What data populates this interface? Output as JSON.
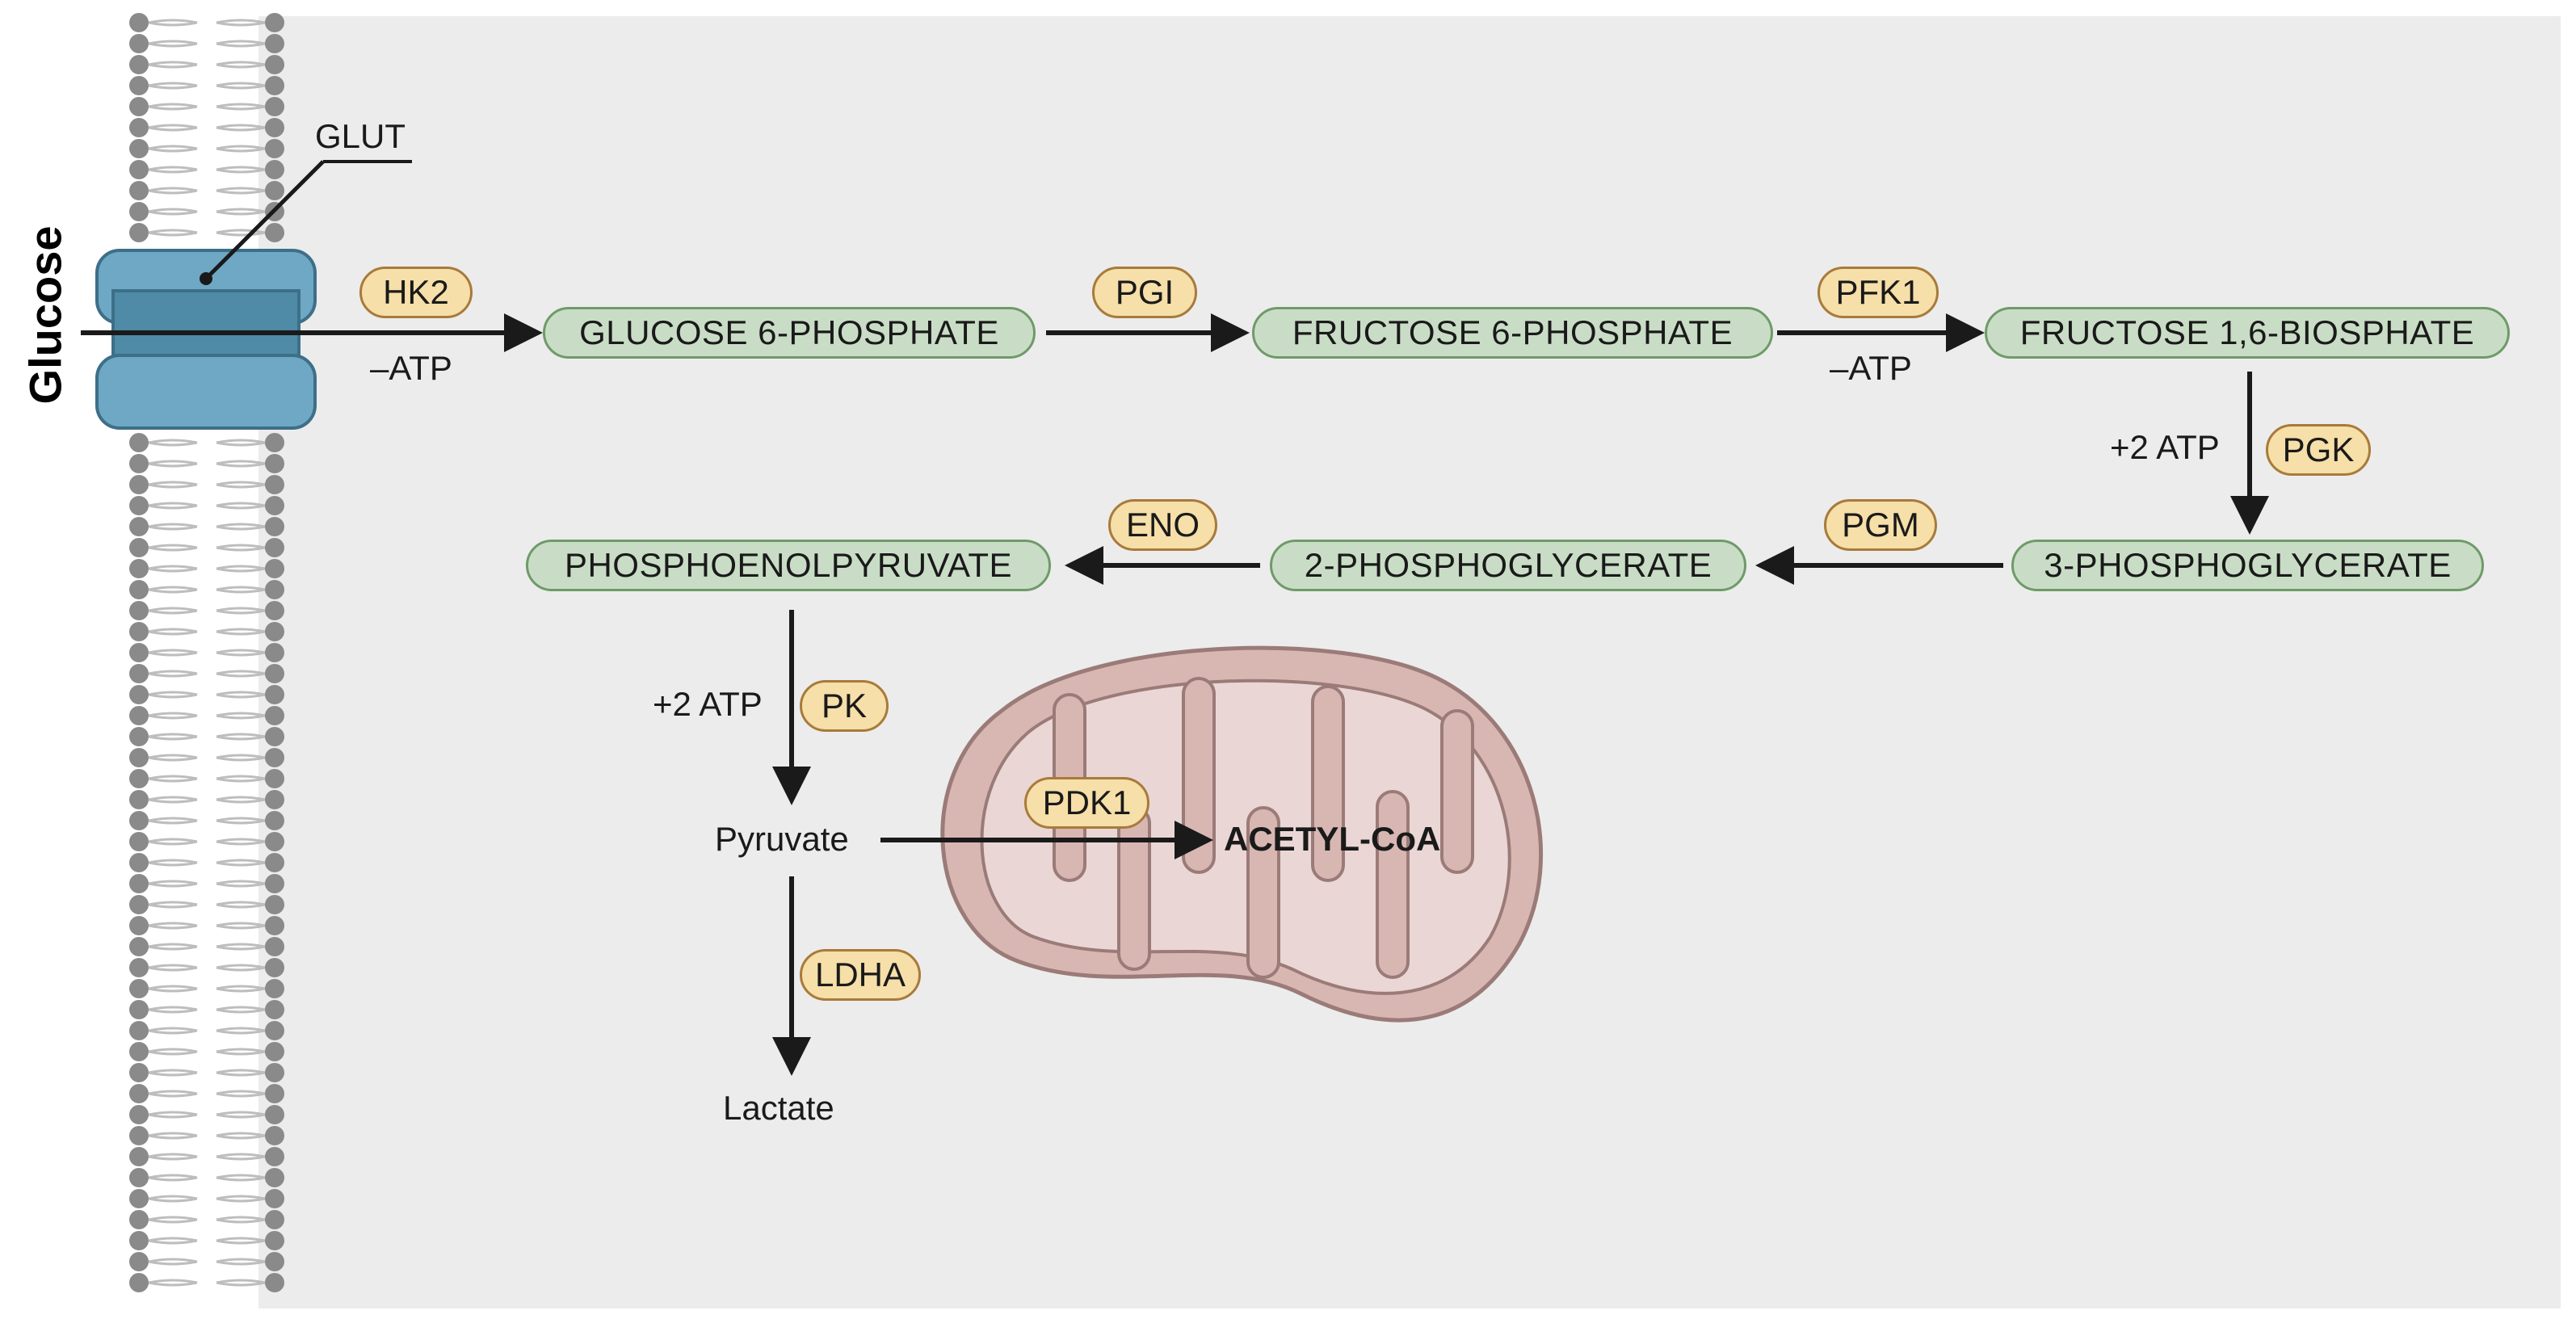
{
  "transporter": {
    "label": "GLUT"
  },
  "substrate": {
    "label": "Glucose"
  },
  "metabolites": {
    "g6p": "GLUCOSE 6-PHOSPHATE",
    "f6p": "FRUCTOSE 6-PHOSPHATE",
    "f16bp": "FRUCTOSE 1,6-BIOSPHATE",
    "pg3": "3-PHOSPHOGLYCERATE",
    "pg2": "2-PHOSPHOGLYCERATE",
    "pep": "PHOSPHOENOLPYRUVATE"
  },
  "enzymes": {
    "hk2": "HK2",
    "pgi": "PGI",
    "pfk1": "PFK1",
    "pgk": "PGK",
    "pgm": "PGM",
    "eno": "ENO",
    "pk": "PK",
    "pdk1": "PDK1",
    "ldha": "LDHA"
  },
  "atp": {
    "hk2_step": "–ATP",
    "pfk1_step": "–ATP",
    "pgk_step": "+2 ATP",
    "pk_step": "+2 ATP"
  },
  "products": {
    "pyruvate": "Pyruvate",
    "acetyl_coa": "ACETYL-CoA",
    "lactate": "Lactate"
  },
  "colors": {
    "background": "#ececec",
    "metabolite_fill": "#c9ddc6",
    "metabolite_border": "#6f9a69",
    "enzyme_fill": "#f6dfa8",
    "enzyme_border": "#a87a3a",
    "transporter": "#6ea8c4",
    "mitochondrion": "#d8b7b3",
    "membrane_head": "#8a8a8a"
  }
}
